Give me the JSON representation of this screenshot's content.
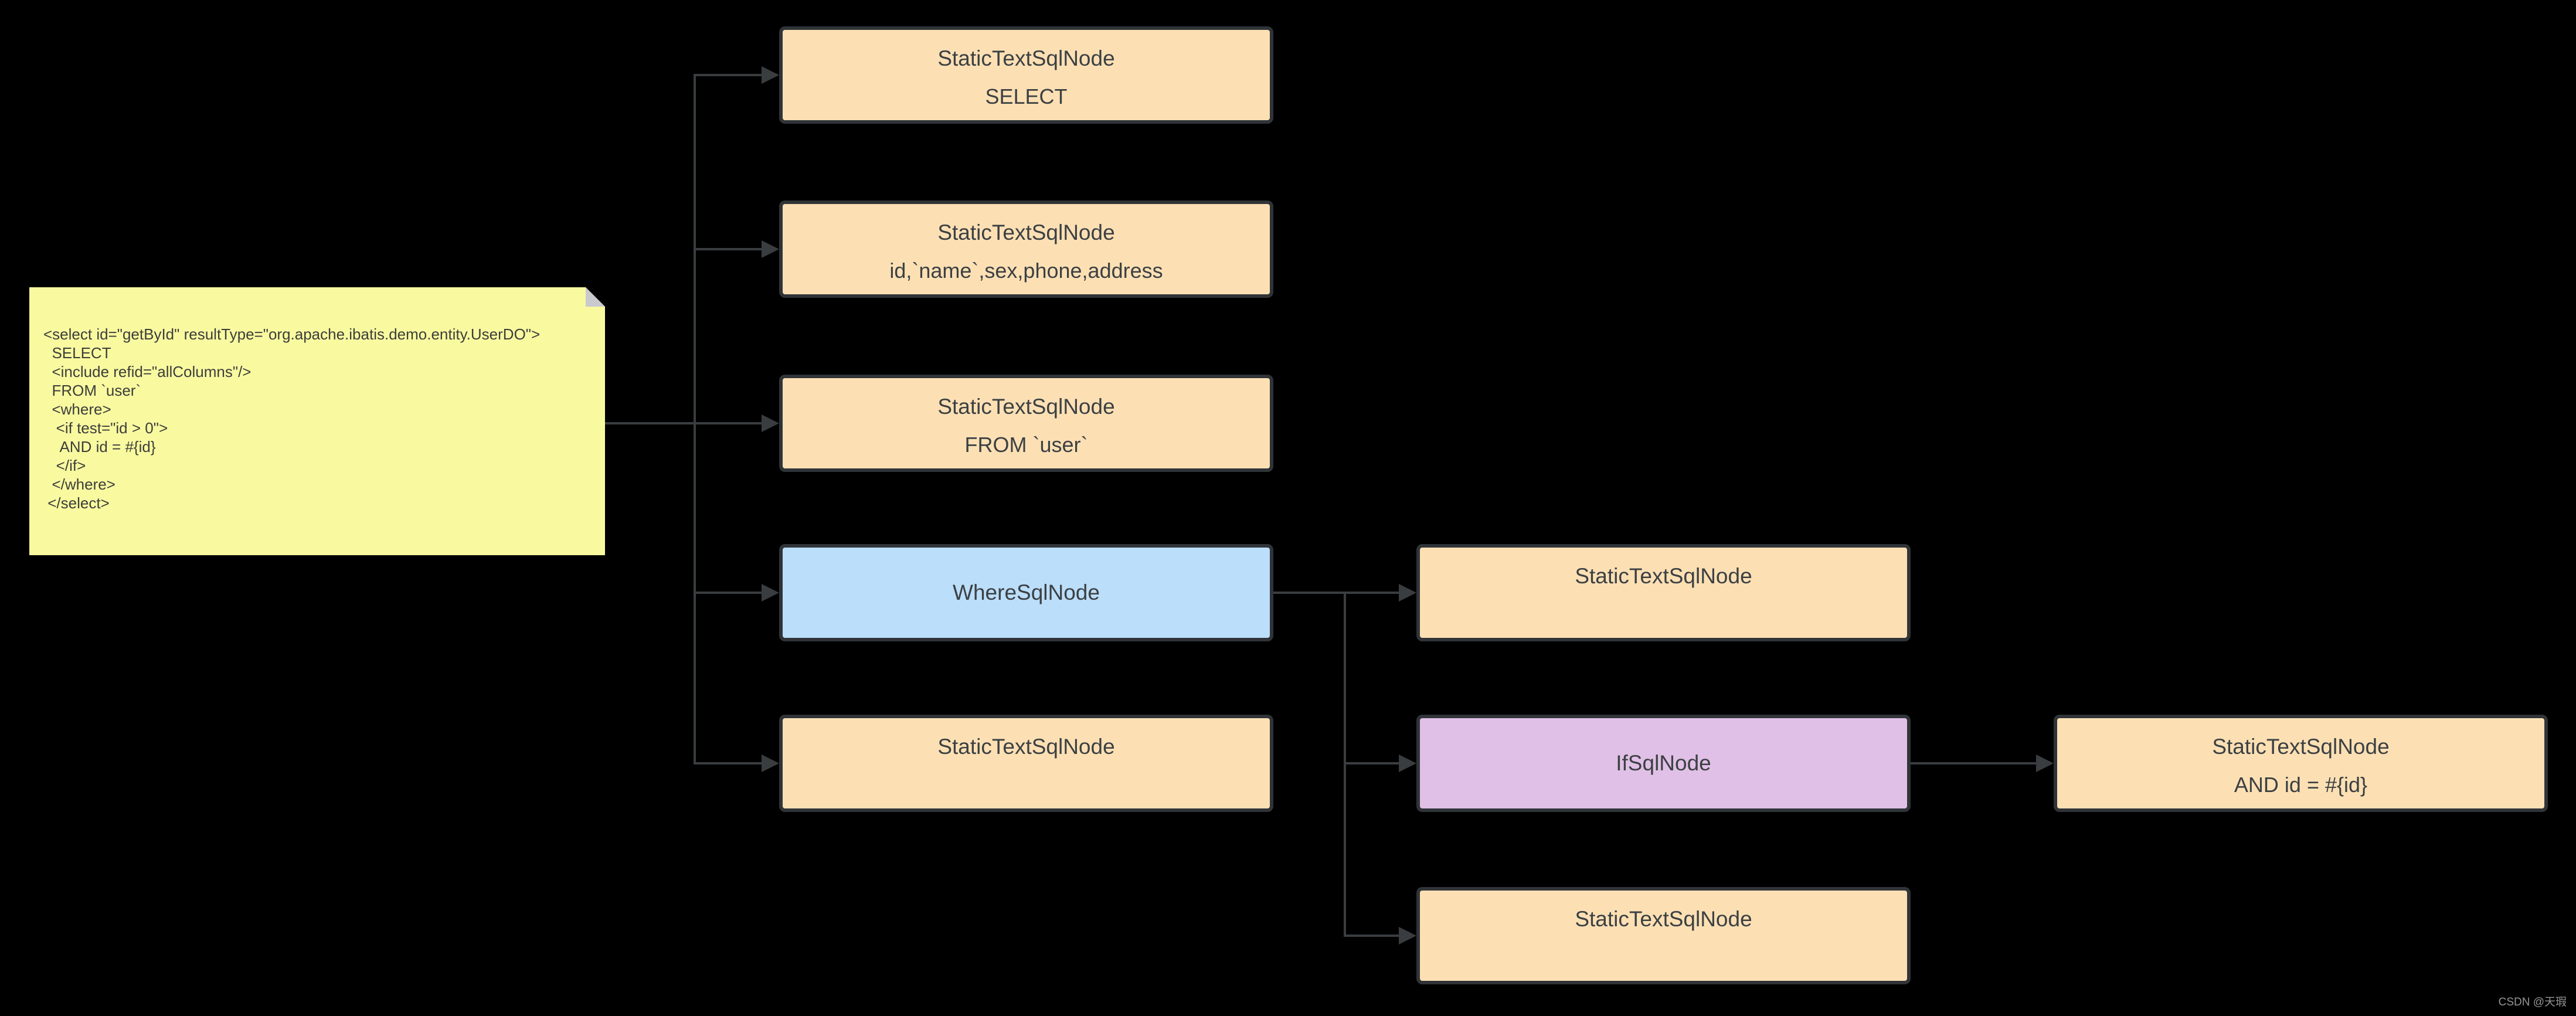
{
  "note": {
    "code": "<select id=\"getById\" resultType=\"org.apache.ibatis.demo.entity.UserDO\">\n  SELECT\n  <include refid=\"allColumns\"/>\n  FROM `user`\n  <where>\n   <if test=\"id > 0\">\n    AND id = #{id}\n   </if>\n  </where>\n </select>"
  },
  "nodes": [
    {
      "title": "StaticTextSqlNode",
      "text": "SELECT",
      "kind": "static"
    },
    {
      "title": "StaticTextSqlNode",
      "text": "id,`name`,sex,phone,address",
      "kind": "static"
    },
    {
      "title": "StaticTextSqlNode",
      "text": "FROM `user`",
      "kind": "static"
    },
    {
      "title": "WhereSqlNode",
      "text": "",
      "kind": "where"
    },
    {
      "title": "StaticTextSqlNode",
      "text": "",
      "kind": "static"
    },
    {
      "title": "StaticTextSqlNode",
      "text": "",
      "kind": "static"
    },
    {
      "title": "IfSqlNode",
      "text": "",
      "kind": "if"
    },
    {
      "title": "StaticTextSqlNode",
      "text": "",
      "kind": "static"
    },
    {
      "title": "StaticTextSqlNode",
      "text": "AND id = #{id}",
      "kind": "static"
    }
  ],
  "watermark": "CSDN @天瑕",
  "colors": {
    "background": "#000000",
    "note_fill": "#F9F9A0",
    "note_fold": "#C8CACD",
    "static_node_fill": "#FCE0B4",
    "where_node_fill": "#BBDEFA",
    "if_node_fill": "#E0C0E6",
    "node_border": "#303438",
    "connector": "#3A3D40",
    "text": "#3C4043",
    "watermark_text": "#969696"
  }
}
